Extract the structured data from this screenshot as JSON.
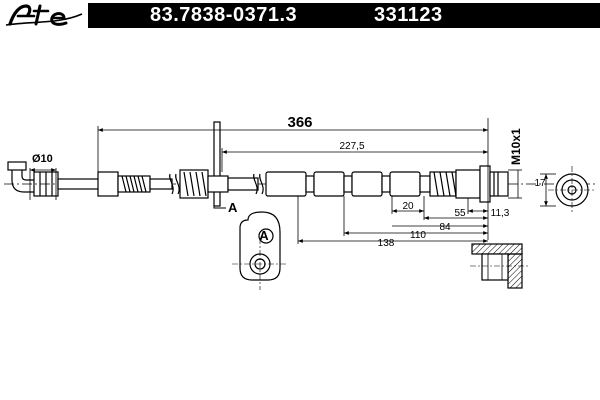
{
  "header": {
    "brand": "Ate",
    "part_number": "83.7838-0371.3",
    "ref_number": "331123"
  },
  "drawing": {
    "dim_total": "366",
    "dim_227": "227,5",
    "dim_thread": "M10x1",
    "dim_diameter": "Ø10",
    "dim_20": "20",
    "dim_55": "55",
    "dim_11": "11,3",
    "dim_84": "84",
    "dim_110": "110",
    "dim_138": "138",
    "dim_17": "17",
    "view_a_label": "A",
    "view_a_ref": "A"
  }
}
